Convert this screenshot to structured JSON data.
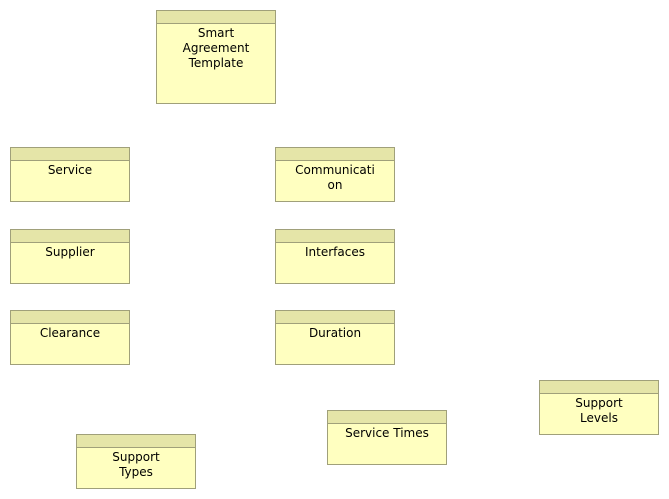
{
  "diagram": {
    "nodes": [
      {
        "id": "smart-agreement-template",
        "label": "Smart\nAgreement\nTemplate"
      },
      {
        "id": "service",
        "label": "Service"
      },
      {
        "id": "communication",
        "label": "Communicati\non"
      },
      {
        "id": "supplier",
        "label": "Supplier"
      },
      {
        "id": "interfaces",
        "label": "Interfaces"
      },
      {
        "id": "clearance",
        "label": "Clearance"
      },
      {
        "id": "duration",
        "label": "Duration"
      },
      {
        "id": "support-levels",
        "label": "Support\nLevels"
      },
      {
        "id": "service-times",
        "label": "Service Times"
      },
      {
        "id": "support-types",
        "label": "Support\nTypes"
      }
    ]
  }
}
